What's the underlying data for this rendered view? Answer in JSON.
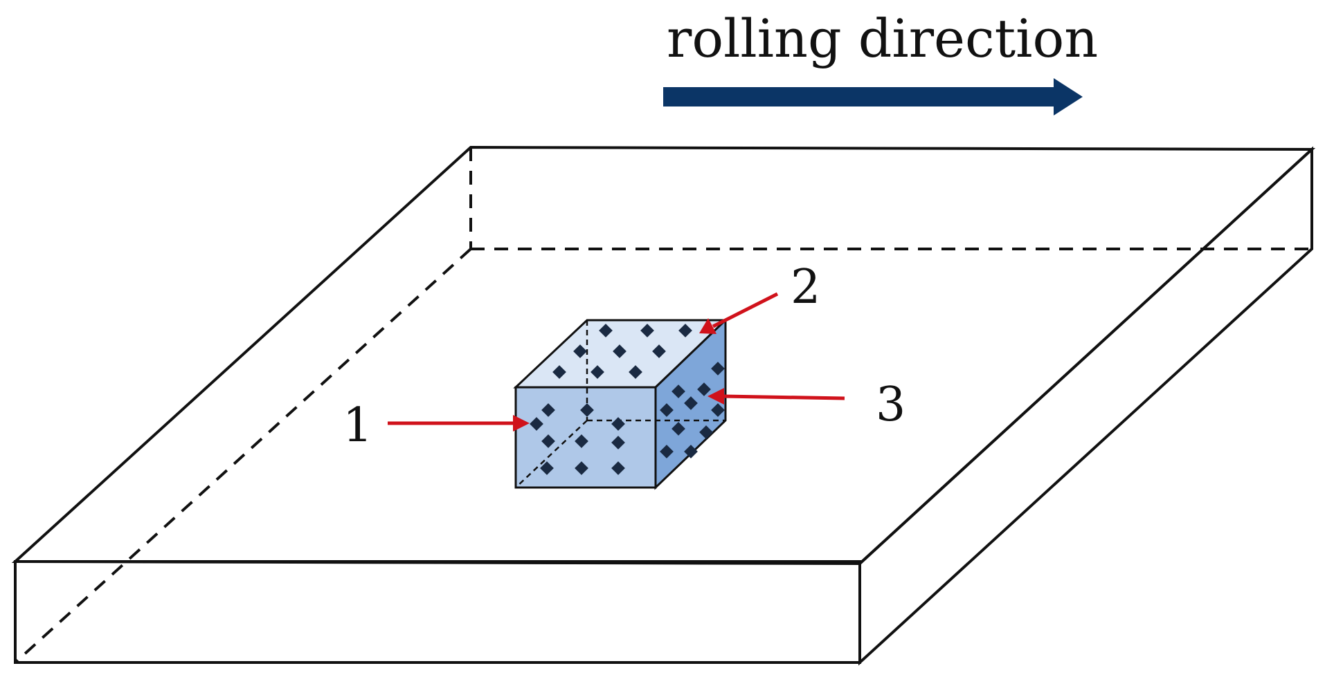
{
  "title": "rolling direction",
  "labels": {
    "face1": "1",
    "face2": "2",
    "face3": "3"
  },
  "colors": {
    "arrow_rolling": "#0b3566",
    "arrow_label": "#d0121b",
    "outline": "#111111",
    "cube_top": "#dae6f5",
    "cube_front": "#afc8e8",
    "cube_right": "#7ea6d9",
    "particle": "#1a2a42"
  }
}
